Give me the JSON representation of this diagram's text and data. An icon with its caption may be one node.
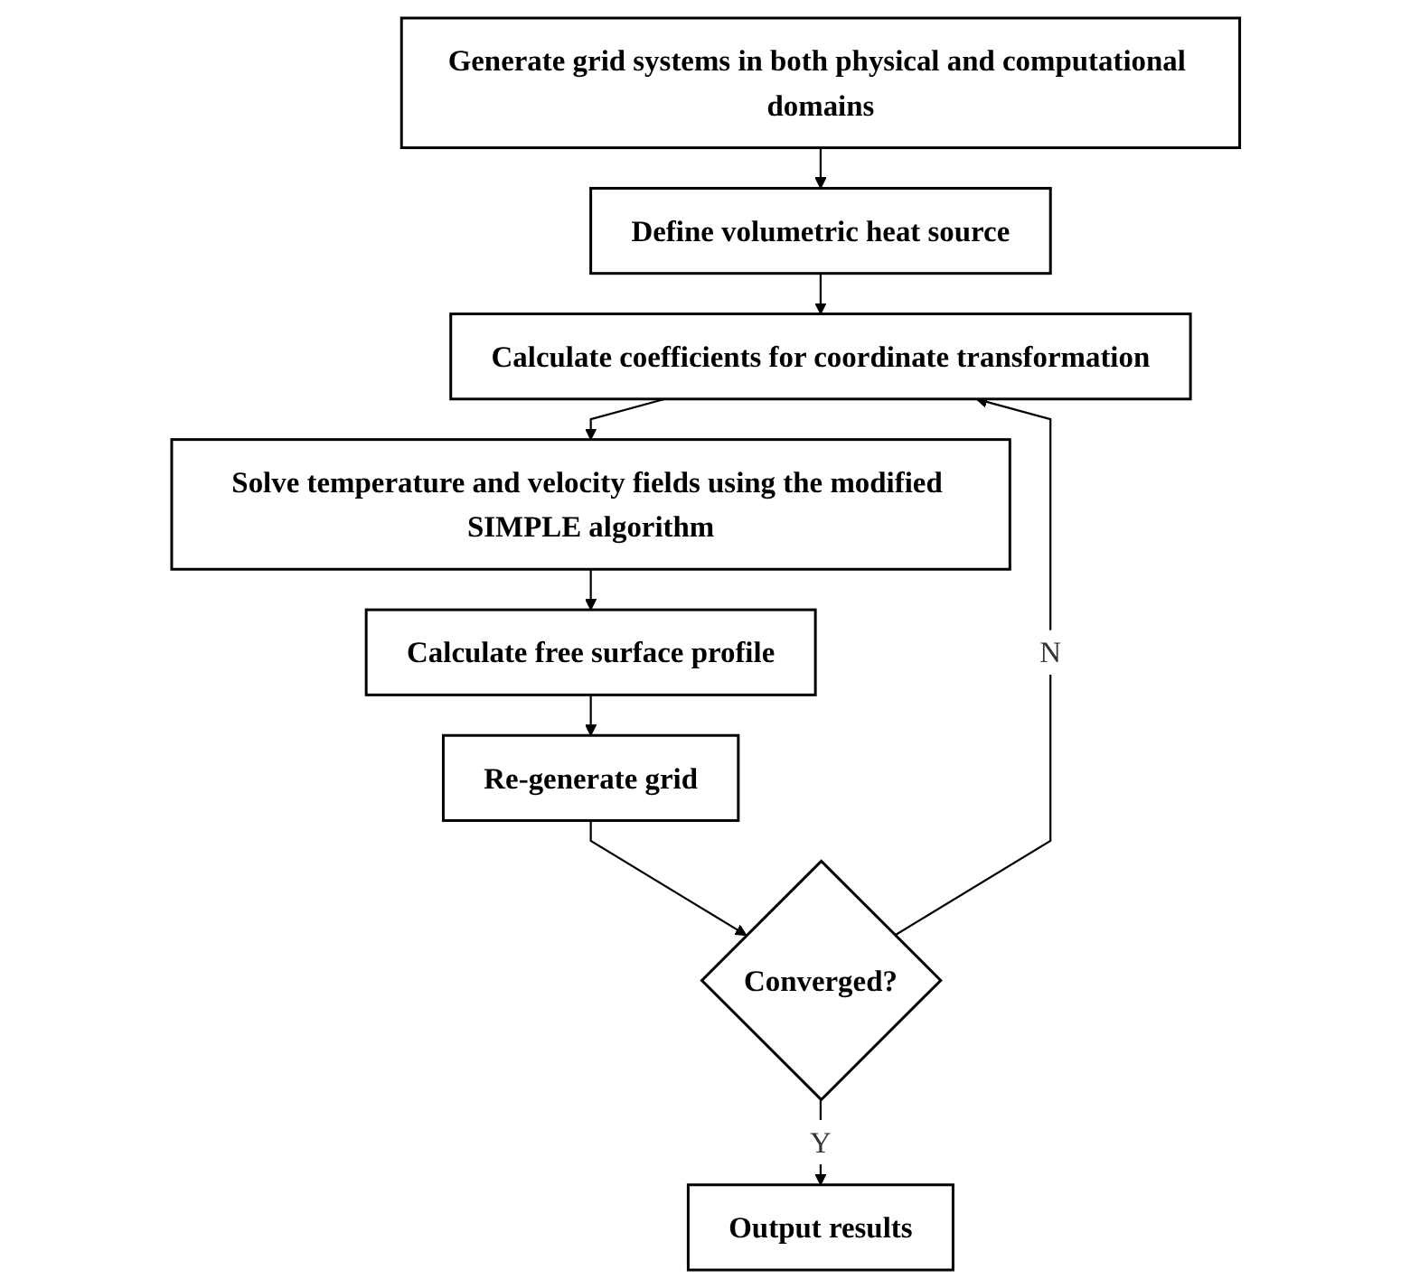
{
  "diagram": {
    "nodes": [
      {
        "text": [
          "Generate grid systems in both physical and computational domains"
        ]
      },
      {
        "text": [
          "Define volumetric heat source"
        ]
      },
      {
        "text": [
          "Calculate coefficients for coordinate transformation"
        ]
      },
      {
        "text": [
          "Solve temperature and velocity fields using the modified SIMPLE algorithm"
        ]
      },
      {
        "text": [
          "Calculate free surface profile"
        ]
      },
      {
        "text": [
          "Re-generate grid"
        ]
      },
      {
        "text": [
          "Converged?"
        ]
      },
      {
        "text": [
          "Output results"
        ]
      }
    ],
    "edges": [
      {
        "from": 0,
        "to": 1,
        "arrow": "to"
      },
      {
        "from": 1,
        "to": 2,
        "arrow": "to"
      },
      {
        "from": 2,
        "to": 3,
        "arrow": "to"
      },
      {
        "from": 3,
        "to": 4,
        "arrow": "to"
      },
      {
        "from": 4,
        "to": 5,
        "arrow": "to"
      },
      {
        "from": 5,
        "to": 6,
        "arrow": "to"
      },
      {
        "from": 6,
        "to": 2,
        "arrow": "to",
        "label": "N"
      },
      {
        "from": 6,
        "to": 7,
        "arrow": "to",
        "label": "Y"
      }
    ]
  }
}
